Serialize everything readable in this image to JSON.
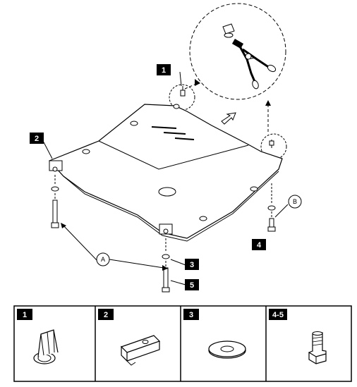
{
  "diagram": {
    "callout_tags": [
      {
        "id": "1",
        "label": "1"
      },
      {
        "id": "2",
        "label": "2"
      },
      {
        "id": "3",
        "label": "3"
      },
      {
        "id": "4",
        "label": "4"
      },
      {
        "id": "5",
        "label": "5"
      }
    ],
    "callout_circles": [
      {
        "id": "A",
        "label": "A"
      },
      {
        "id": "B",
        "label": "B"
      }
    ]
  },
  "parts_table": {
    "cells": [
      {
        "label": "1",
        "part": "rivet-nut-icon"
      },
      {
        "label": "2",
        "part": "clip-nut-icon"
      },
      {
        "label": "3",
        "part": "washer-icon"
      },
      {
        "label": "4-5",
        "part": "hex-bolt-icon"
      }
    ]
  },
  "colors": {
    "ink": "#000000",
    "paper": "#ffffff",
    "panel_fill": "#ffffff"
  }
}
